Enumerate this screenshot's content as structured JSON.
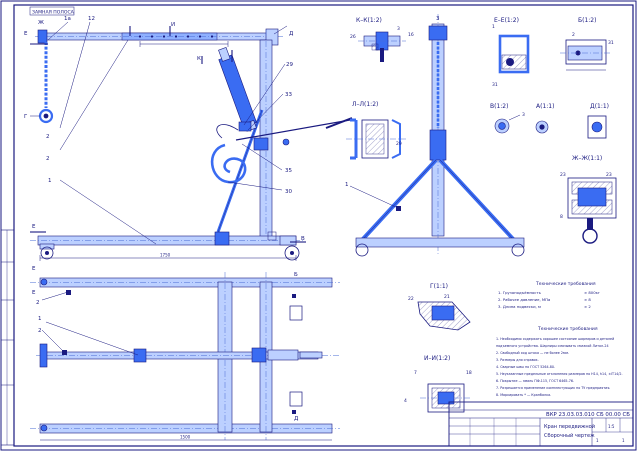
{
  "stamp_top": "ЗАМНАЯ ПОЛОСА",
  "callouts": {
    "front": [
      "1а",
      "12",
      "Ж",
      "И",
      "К",
      "Д",
      "29",
      "33",
      "Г",
      "2",
      "2",
      "35",
      "30",
      "1",
      "Е",
      "Е",
      "В"
    ],
    "plan": [
      "Е",
      "Е",
      "2",
      "1",
      "2",
      "Б",
      "Д"
    ]
  },
  "views": {
    "kk": "К–К(1:2)",
    "ee": "Е–Е(1:2)",
    "bb": "Б(1:2)",
    "ll": "Л–Л(1:2)",
    "vv": "В(1:2)",
    "aa": "А(1:1)",
    "dd": "Д(1:1)",
    "zhzh": "Ж–Ж(1:1)",
    "g": "Г(1:1)",
    "ii": "И–И(1:2)"
  },
  "tech_title": "Технические требования",
  "specs": [
    {
      "label": "1. Грузоподъёмность",
      "value": "≈ 800кг"
    },
    {
      "label": "2. Рабочее давление, МПа",
      "value": "≈ 8"
    },
    {
      "label": "3. Длина подвески, м",
      "value": "≈ 2"
    }
  ],
  "notes_title": "Технические требования",
  "notes": [
    "1. Необходимо содержать хорошее состояние шарниров и деталей",
    "подъемного устройства. Шарниры смазывать смазкой Литол-24",
    "2. Свободный ход штока — не более 2мм.",
    "3. Размеры для справок.",
    "4. Сварные швы по ГОСТ 5264-80.",
    "5. Неуказанные предельные отклонения размеров по H14, h14, ±IT14/2.",
    "6. Покрытие — эмаль ПФ-115, ГОСТ 6465-76.",
    "7. Разрешается применение комплектующих по ТУ предприятия.",
    "8. Маркировать * — Кранбалка."
  ],
  "title_block": {
    "code": "ВКР 23.03.03.010 СБ 00.00 СБ",
    "name_line1": "Кран передвижной",
    "name_line2": "Сборочный чертеж",
    "sheet": "1",
    "sheets": "1",
    "scale": "1:5"
  },
  "dim_labels": {
    "front_length": "1750",
    "plan_length": "1500"
  }
}
